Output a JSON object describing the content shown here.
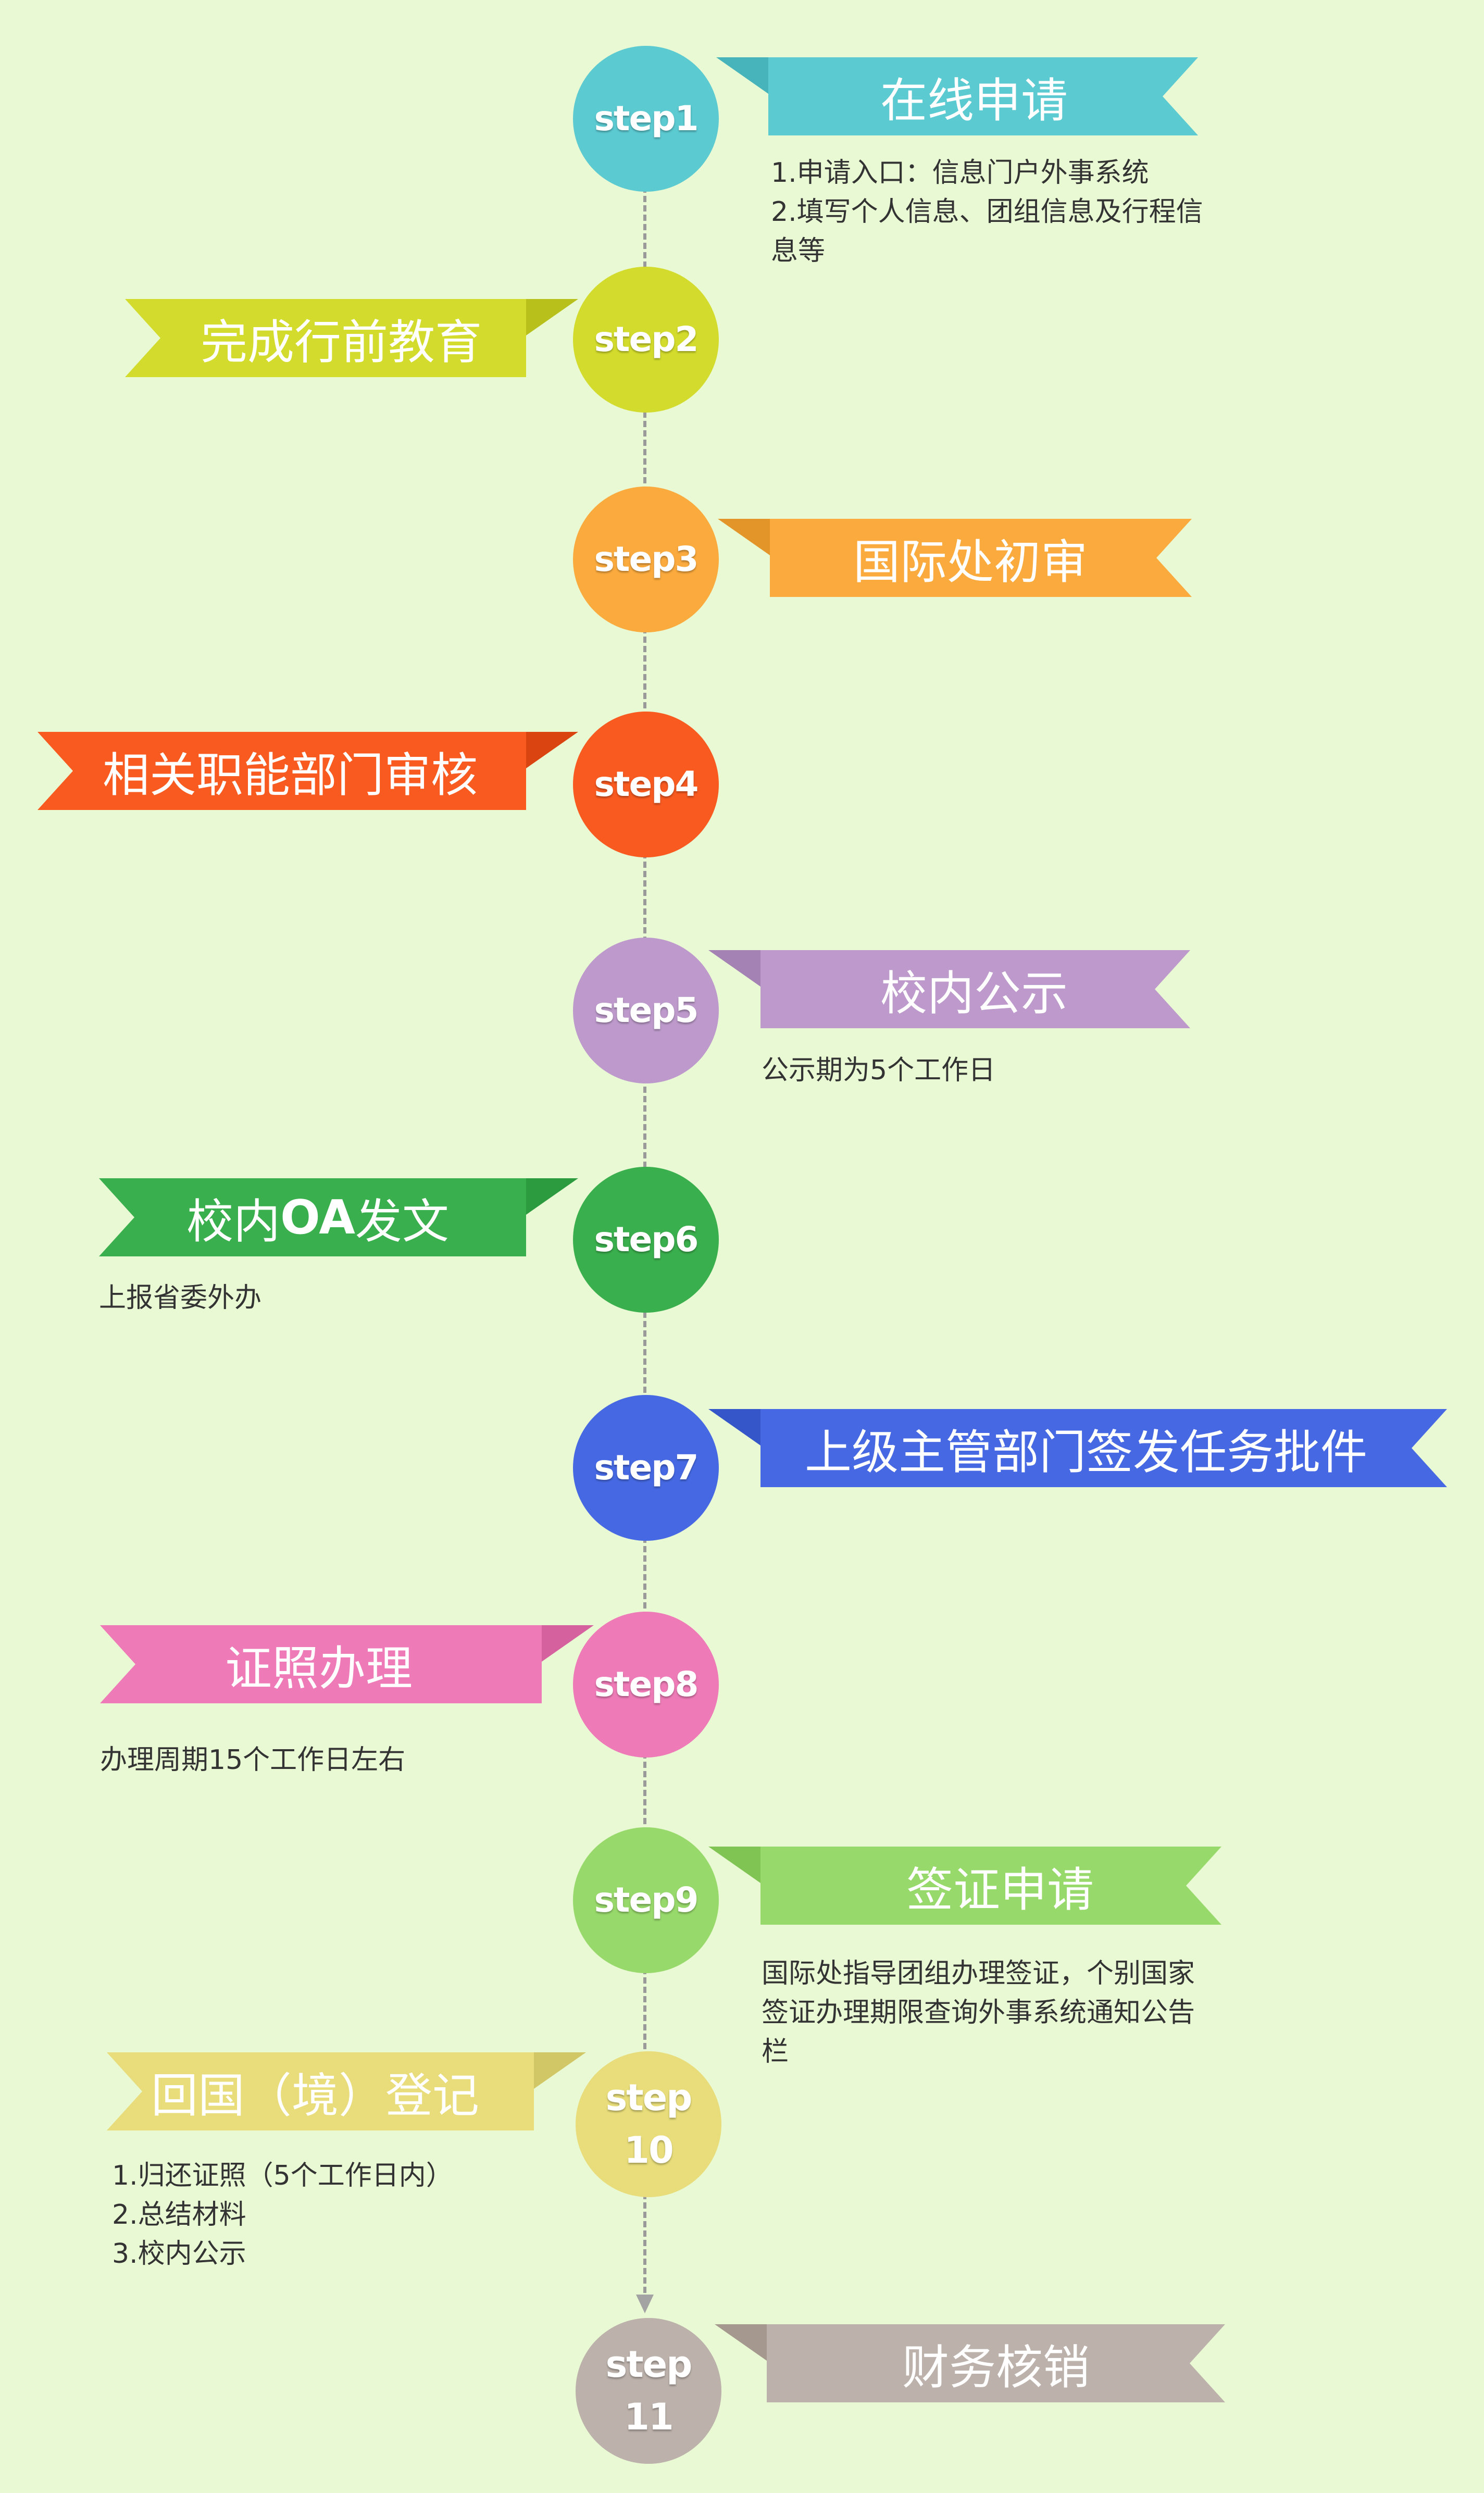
{
  "steps": [
    {
      "step": "step1",
      "title": "在线申请",
      "color": "#5bcad1",
      "note": "1.申请入口：信息门户外事系统\n2.填写个人信息、团组信息及行程信息等"
    },
    {
      "step": "step2",
      "title": "完成行前教育",
      "color": "#d3dc2c"
    },
    {
      "step": "step3",
      "title": "国际处初审",
      "color": "#fbaa3d"
    },
    {
      "step": "step4",
      "title": "相关职能部门审核",
      "color": "#f85a20"
    },
    {
      "step": "step5",
      "title": "校内公示",
      "color": "#bd9acb",
      "note": "公示期为5个工作日"
    },
    {
      "step": "step6",
      "title_parts": [
        "校内",
        "OA",
        "发文"
      ],
      "color": "#3aaf4d",
      "note": "上报省委外办"
    },
    {
      "step": "step7",
      "title": "上级主管部门签发任务批件",
      "color": "#4669e3"
    },
    {
      "step": "step8",
      "title": "证照办理",
      "color": "#ee7bb7",
      "note": "办理周期15个工作日左右"
    },
    {
      "step": "step9",
      "title": "签证申请",
      "color": "#98d96b",
      "note": "国际处指导团组办理签证，个别国家签证办理期限查询外事系统通知公告栏"
    },
    {
      "step_parts": [
        "step",
        "10"
      ],
      "title": "回国（境）登记",
      "color": "#e8dd7a",
      "note": "1.归还证照（5个工作日内）\n2.总结材料\n3.校内公示"
    },
    {
      "step_parts": [
        "step",
        "11"
      ],
      "title": "财务核销",
      "color": "#bcb1ab"
    }
  ]
}
